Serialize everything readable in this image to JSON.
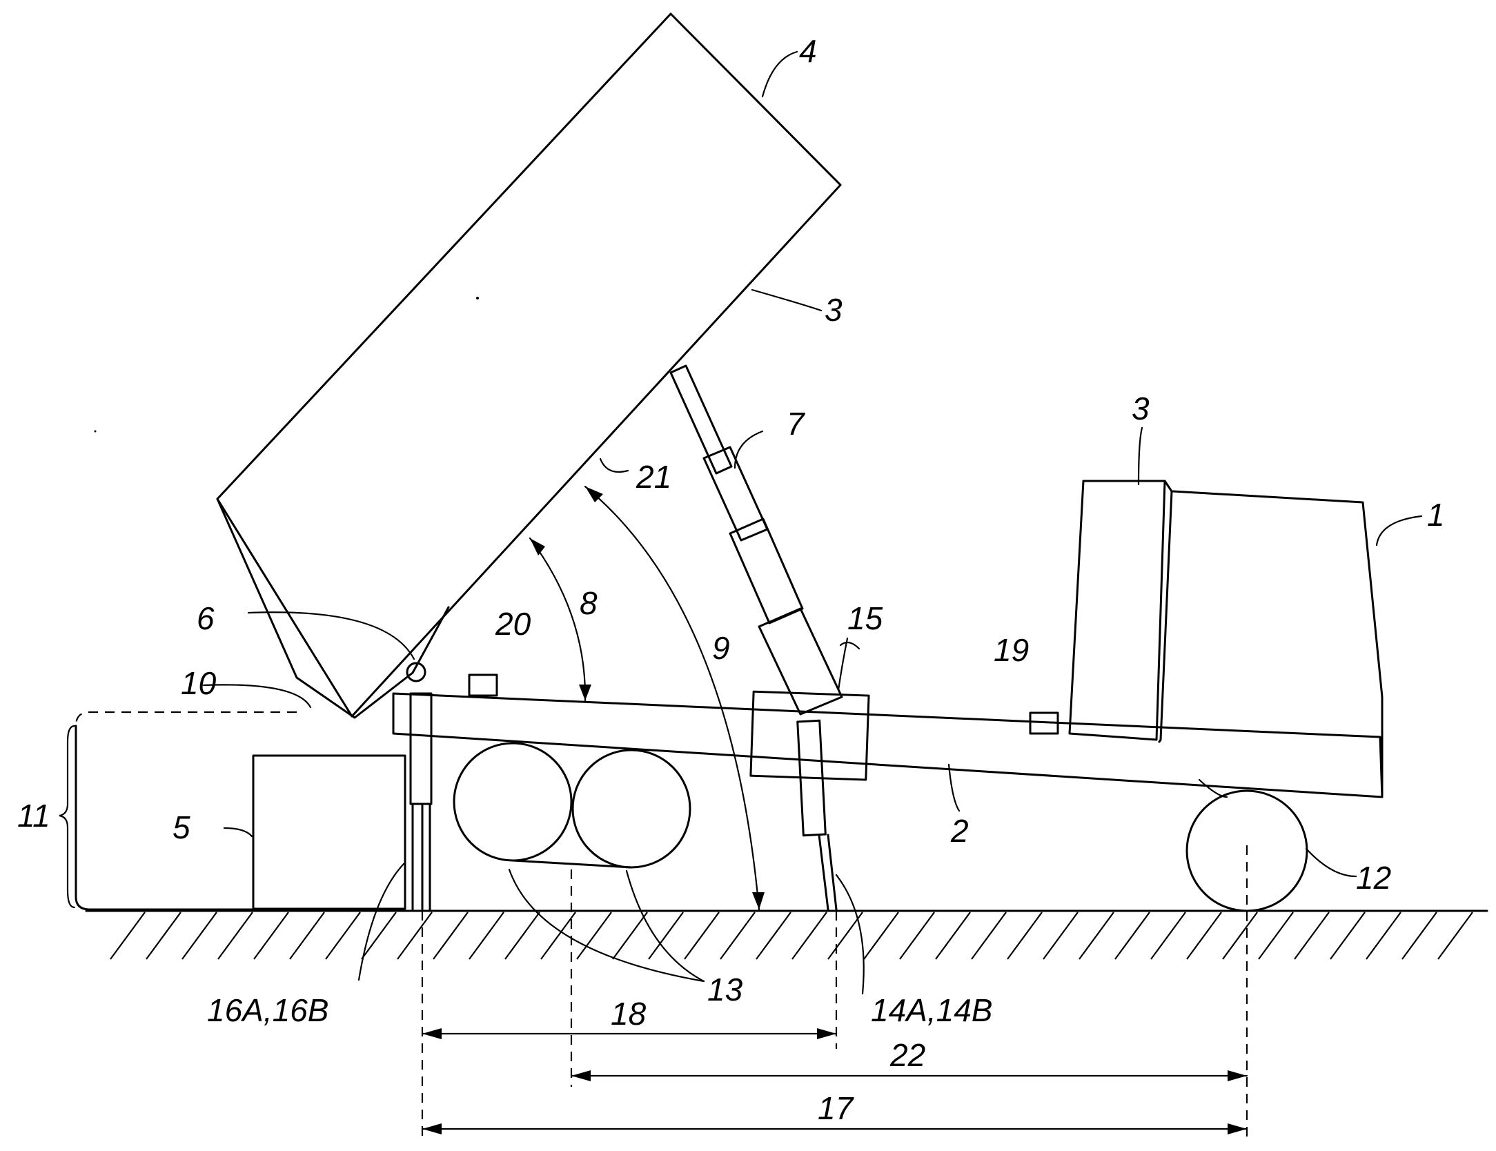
{
  "labels": {
    "l1": "1",
    "l2": "2",
    "l3a": "3",
    "l3b": "3",
    "l4": "4",
    "l5": "5",
    "l6": "6",
    "l7": "7",
    "l8": "8",
    "l9": "9",
    "l10": "10",
    "l11": "11",
    "l12": "12",
    "l13": "13",
    "l14": "14A,14B",
    "l15": "15",
    "l16": "16A,16B",
    "l17": "17",
    "l18": "18",
    "l19": "19",
    "l20": "20",
    "l21": "21",
    "l22": "22"
  }
}
